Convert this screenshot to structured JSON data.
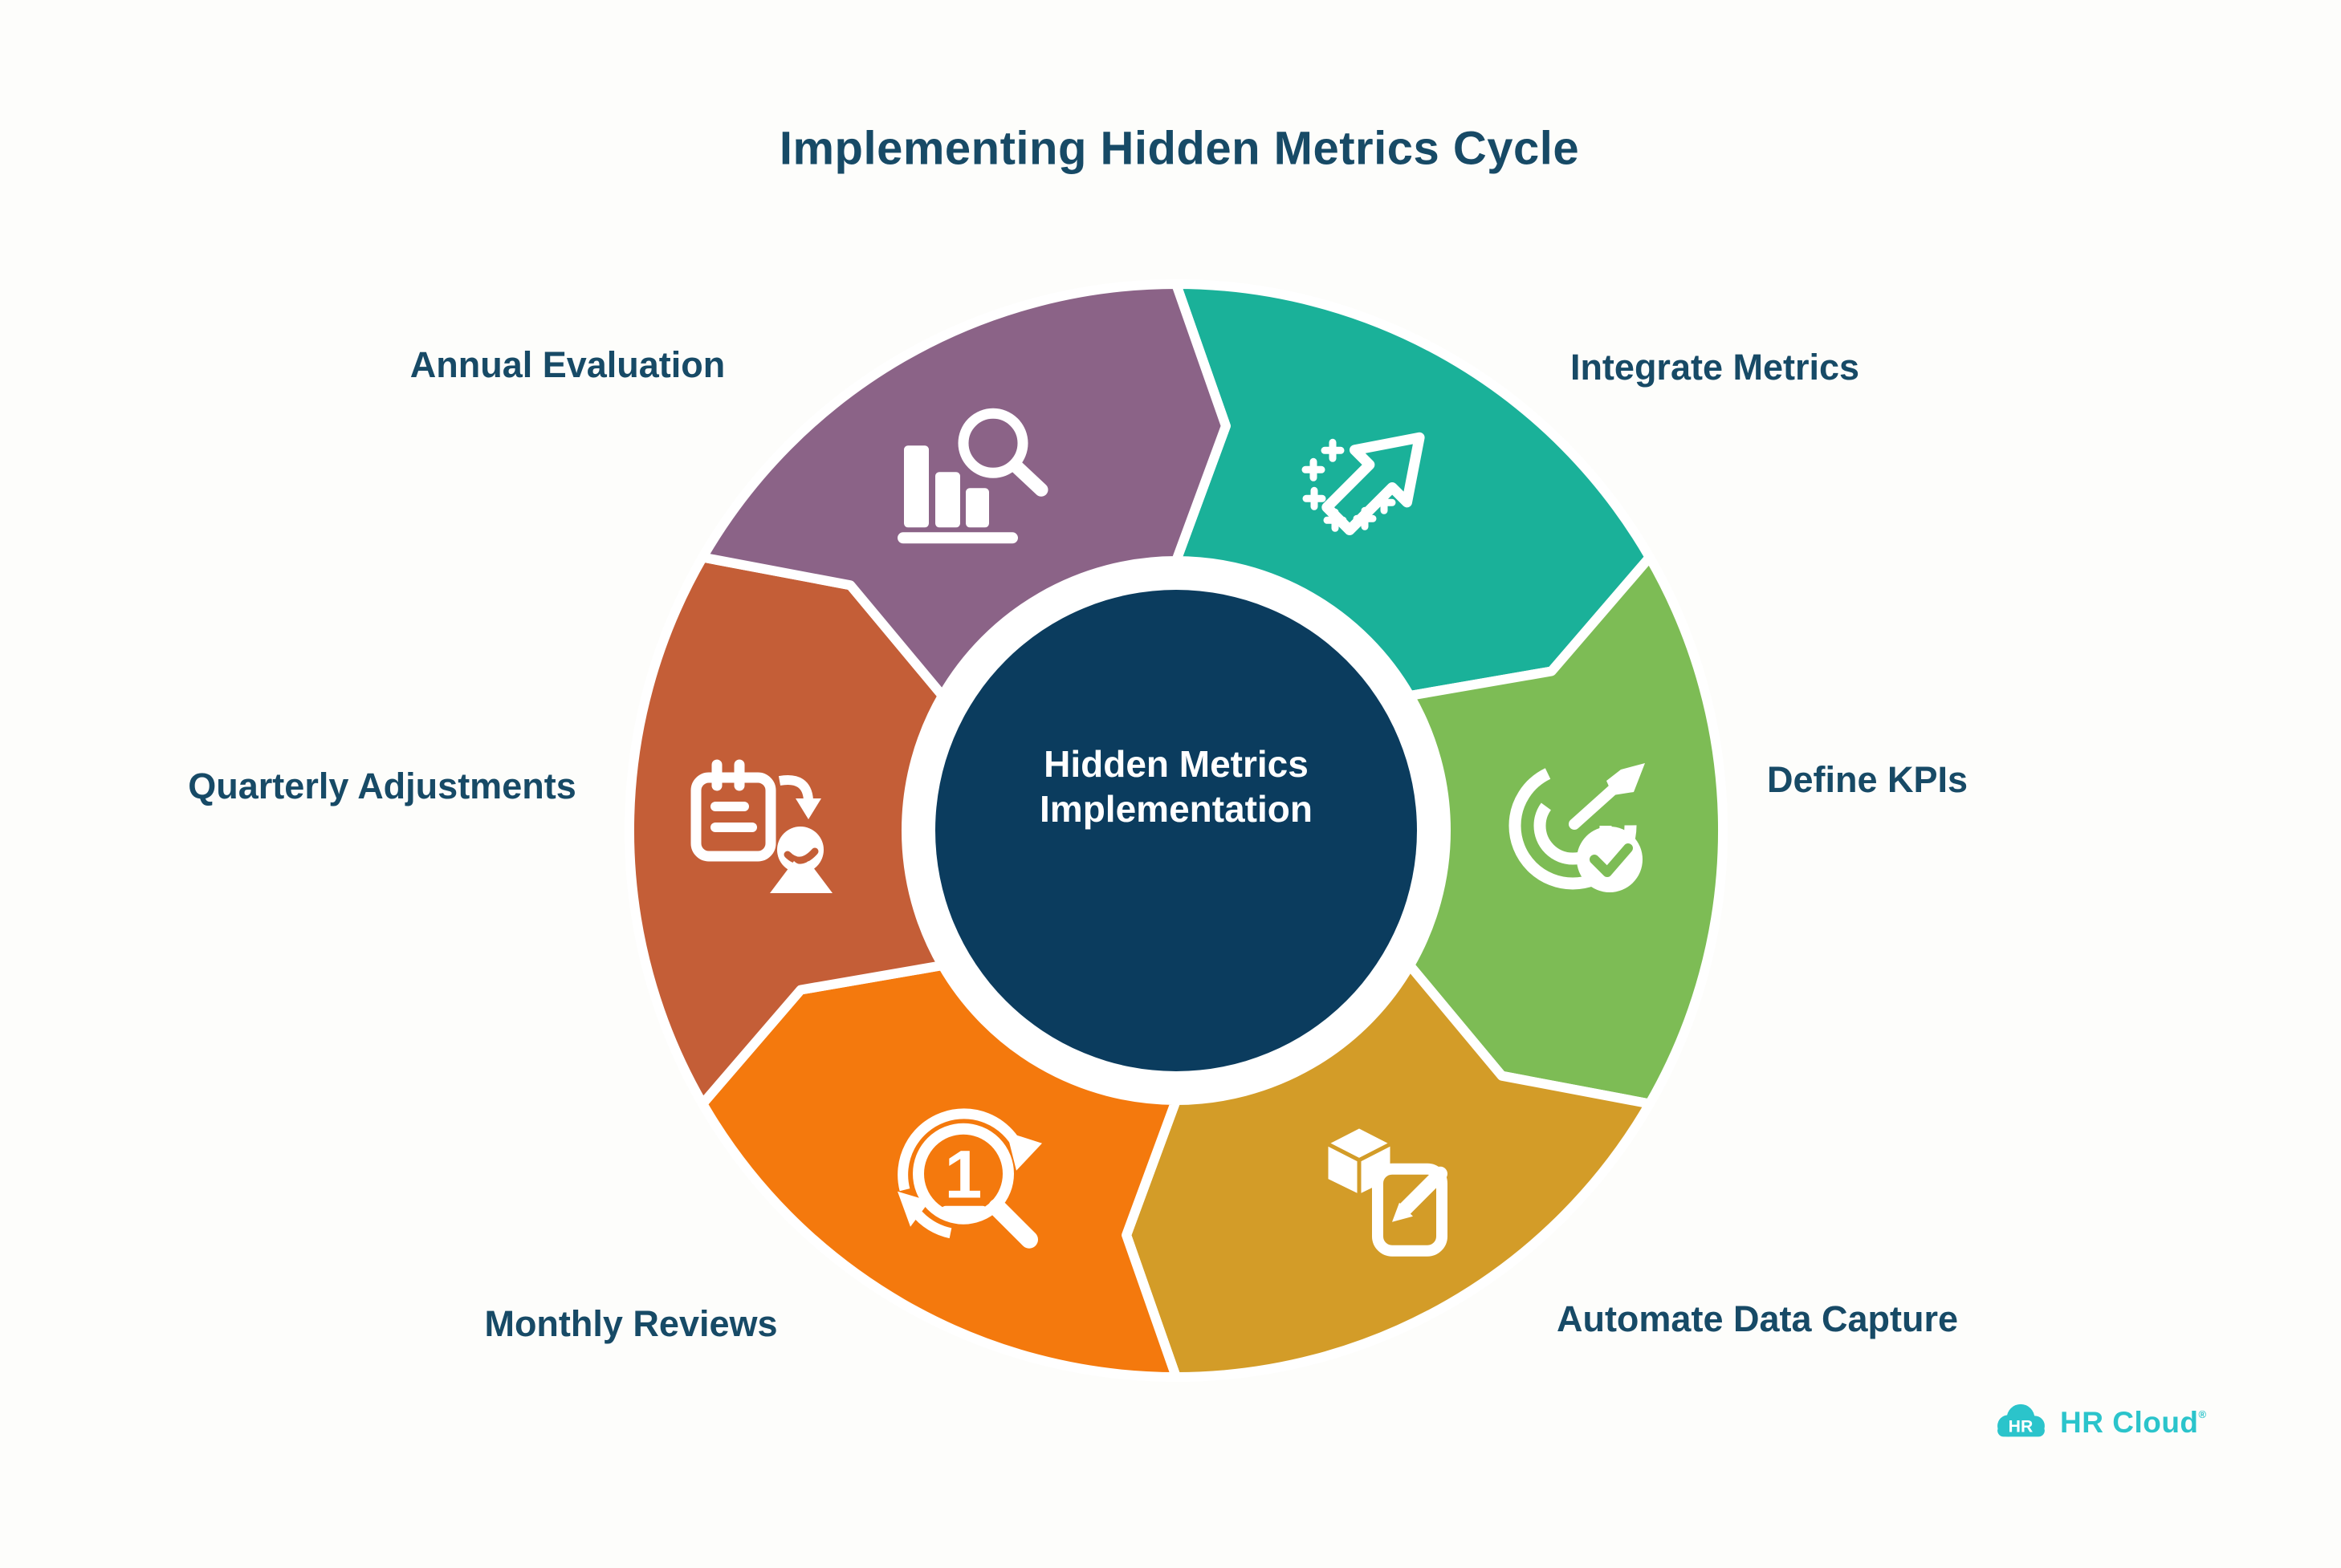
{
  "title": "Implementing Hidden Metrics Cycle",
  "center": {
    "line1": "Hidden Metrics",
    "line2": "Implementation"
  },
  "wheel": {
    "center_fill": "#0b3c5e",
    "ring_gap_color": "#ffffff",
    "segments": [
      {
        "label": "Integrate Metrics",
        "color": "#1ab199",
        "icon": "integrate-arrow-icon"
      },
      {
        "label": "Define KPIs",
        "color": "#7dbc55",
        "icon": "target-check-icon"
      },
      {
        "label": "Automate Data Capture",
        "color": "#d39c28",
        "icon": "cube-edit-icon"
      },
      {
        "label": "Monthly Reviews",
        "color": "#f4790d",
        "icon": "search-refresh-icon"
      },
      {
        "label": "Quarterly Adjustments",
        "color": "#c45e37",
        "icon": "clipboard-person-icon"
      },
      {
        "label": "Annual Evaluation",
        "color": "#8b6387",
        "icon": "bar-chart-search-icon"
      }
    ]
  },
  "logo": {
    "badge": "HR",
    "text": "HR Cloud",
    "reg": "®",
    "color": "#2bc4cb"
  },
  "colors": {
    "heading_text": "#174a66",
    "background": "#fdfdfb",
    "icon_ink": "#ffffff"
  }
}
